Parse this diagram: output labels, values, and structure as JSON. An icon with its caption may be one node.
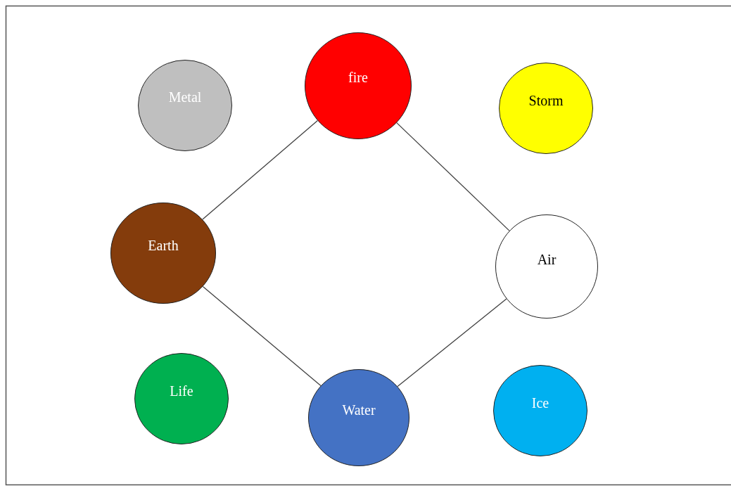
{
  "diagram": {
    "nodes": [
      {
        "text": [
          "Metal"
        ]
      },
      {
        "text": [
          "fire"
        ]
      },
      {
        "text": [
          "Storm"
        ]
      },
      {
        "text": [
          "Earth"
        ]
      },
      {
        "text": [
          "Air"
        ]
      },
      {
        "text": [
          "Life"
        ]
      },
      {
        "text": [
          "Water"
        ]
      },
      {
        "text": [
          "Ice"
        ]
      }
    ],
    "edges": [
      {
        "from": 1,
        "to": 3,
        "arrow": "none"
      },
      {
        "from": 1,
        "to": 4,
        "arrow": "none"
      },
      {
        "from": 3,
        "to": 6,
        "arrow": "none"
      },
      {
        "from": 6,
        "to": 4,
        "arrow": "none"
      }
    ]
  }
}
